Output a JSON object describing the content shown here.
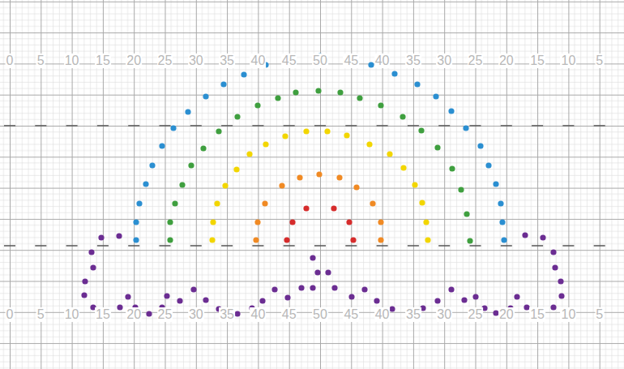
{
  "diagram": {
    "labels": [
      "0",
      "5",
      "10",
      "15",
      "20",
      "25",
      "30",
      "35",
      "40",
      "45",
      "50",
      "45",
      "40",
      "35",
      "30",
      "25",
      "20",
      "15",
      "10",
      "5",
      "0",
      "5",
      "10",
      "15",
      "20",
      "25",
      "30",
      "35",
      "40",
      "45",
      "50",
      "45",
      "40",
      "35",
      "30",
      "25",
      "20",
      "15",
      "10",
      "5"
    ]
  }
}
